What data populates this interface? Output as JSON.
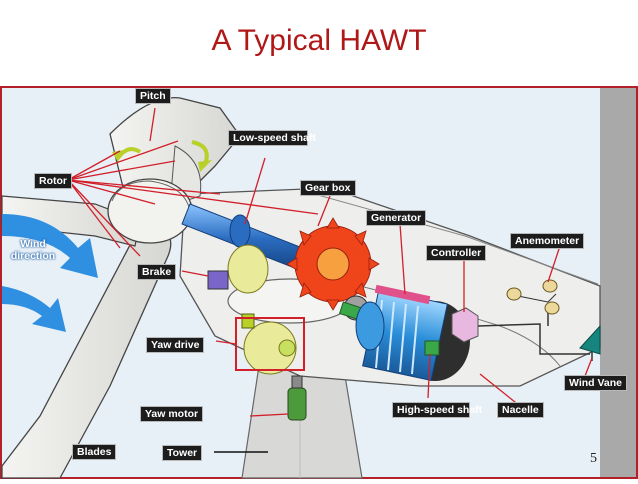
{
  "slide": {
    "title": "A Typical HAWT",
    "page_number": "5"
  },
  "labels": {
    "pitch": "Pitch",
    "low_speed_shaft": "Low-speed shaft",
    "rotor": "Rotor",
    "gear_box": "Gear box",
    "generator": "Generator",
    "wind_direction": "Wind direction",
    "brake": "Brake",
    "controller": "Controller",
    "anemometer": "Anemometer",
    "yaw_drive": "Yaw drive",
    "wind_vane": "Wind Vane",
    "yaw_motor": "Yaw motor",
    "high_speed_shaft": "High-speed shaft",
    "nacelle": "Nacelle",
    "blades": "Blades",
    "tower": "Tower"
  },
  "colors": {
    "title": "#b01818",
    "frame": "#b3202a",
    "background": "#e8f0f7",
    "label_bg": "#1c1c1c",
    "leader_line": "#d21f2a",
    "gear": "#f0441a",
    "wind_arrow": "#2f8fe0",
    "generator": "#2a8ed8",
    "shaft": "#2a6cc0",
    "controller": "#e8b8e0",
    "yaw_gear": "#e9ea9a",
    "yaw_motor": "#4d9a3c",
    "wind_vane": "#15857e"
  }
}
